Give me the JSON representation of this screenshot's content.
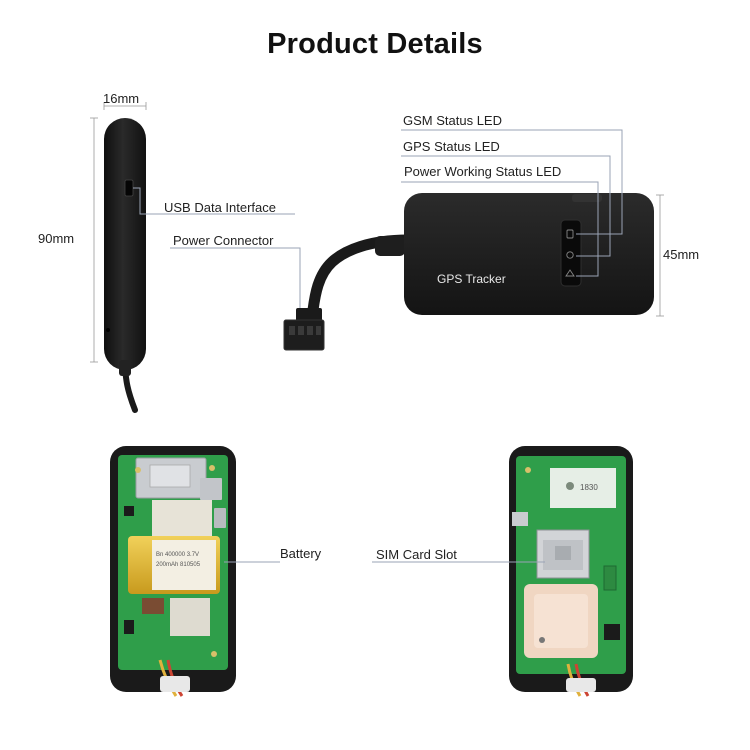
{
  "title": "Product Details",
  "dimensions": {
    "side_width": "16mm",
    "side_height": "90mm",
    "front_height": "45mm"
  },
  "callouts": {
    "gsm_led": "GSM Status LED",
    "gps_led": "GPS Status LED",
    "power_led": "Power Working Status LED",
    "usb": "USB Data Interface",
    "power_connector": "Power Connector",
    "battery": "Battery",
    "sim_slot": "SIM Card Slot"
  },
  "device_label": "GPS Tracker",
  "battery_print": [
    "Bn 400000 3.7V",
    "200mAh 810505"
  ],
  "pcb_print": "1830",
  "colors": {
    "device_body": "#1c1c1c",
    "pcb_green": "#2f9e4a",
    "battery_yellow": "#e9c23a",
    "callout_line": "#9aa3b5"
  }
}
